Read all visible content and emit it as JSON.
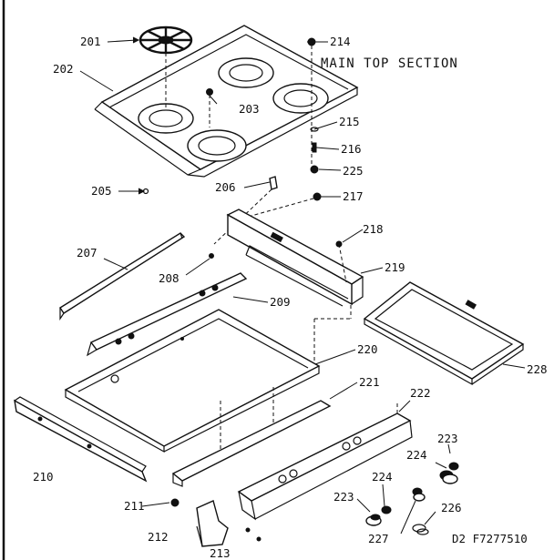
{
  "title": "MAIN TOP SECTION",
  "footer_code": "D2 F7277510",
  "parts": [
    {
      "id": "p201",
      "label": "201"
    },
    {
      "id": "p202",
      "label": "202"
    },
    {
      "id": "p203",
      "label": "203"
    },
    {
      "id": "p205",
      "label": "205"
    },
    {
      "id": "p206",
      "label": "206"
    },
    {
      "id": "p207",
      "label": "207"
    },
    {
      "id": "p208",
      "label": "208"
    },
    {
      "id": "p209",
      "label": "209"
    },
    {
      "id": "p210",
      "label": "210"
    },
    {
      "id": "p211",
      "label": "211"
    },
    {
      "id": "p212",
      "label": "212"
    },
    {
      "id": "p213",
      "label": "213"
    },
    {
      "id": "p214",
      "label": "214"
    },
    {
      "id": "p215",
      "label": "215"
    },
    {
      "id": "p216",
      "label": "216"
    },
    {
      "id": "p217",
      "label": "217"
    },
    {
      "id": "p218",
      "label": "218"
    },
    {
      "id": "p219",
      "label": "219"
    },
    {
      "id": "p220",
      "label": "220"
    },
    {
      "id": "p221",
      "label": "221"
    },
    {
      "id": "p222",
      "label": "222"
    },
    {
      "id": "p223a",
      "label": "223"
    },
    {
      "id": "p223b",
      "label": "223"
    },
    {
      "id": "p224a",
      "label": "224"
    },
    {
      "id": "p224b",
      "label": "224"
    },
    {
      "id": "p225",
      "label": "225"
    },
    {
      "id": "p226",
      "label": "226"
    },
    {
      "id": "p227",
      "label": "227"
    },
    {
      "id": "p228",
      "label": "228"
    }
  ]
}
